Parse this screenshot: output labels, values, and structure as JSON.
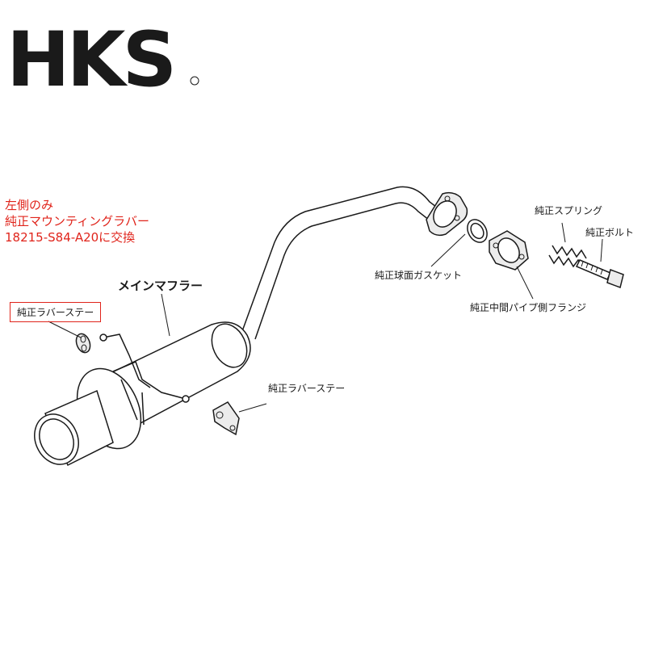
{
  "brand": {
    "logo_text": "HKS"
  },
  "note": {
    "line1": "左側のみ",
    "line2": "純正マウンティングラバー",
    "line3": "18215-S84-A20に交換"
  },
  "labels": {
    "main_muffler": "メインマフラー",
    "rubber_stay_left": "純正ラバーステー",
    "rubber_stay_right": "純正ラバーステー",
    "ball_gasket": "純正球面ガスケット",
    "spring": "純正スプリング",
    "bolt": "純正ボルト",
    "flange": "純正中間パイプ側フランジ"
  },
  "colors": {
    "note_red": "#e0241b",
    "line_black": "#1a1a1a"
  }
}
